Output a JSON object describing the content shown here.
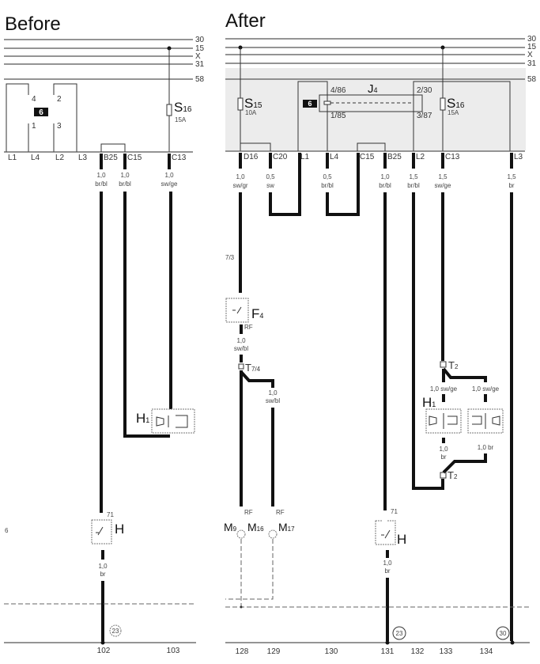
{
  "before": {
    "title": "Before",
    "bus_labels": [
      "30",
      "15",
      "X",
      "31",
      "58"
    ],
    "relay_pins": [
      "4",
      "2",
      "1",
      "3"
    ],
    "relay_badge": "6",
    "fuse": {
      "name": "S",
      "sub": "16",
      "rating": "15A"
    },
    "connectors": [
      "L1",
      "L4",
      "L2",
      "L3",
      "B25",
      "C15",
      "C13"
    ],
    "wires": [
      {
        "size": "1,0",
        "color": "br/bl"
      },
      {
        "size": "1,0",
        "color": "br/bl"
      },
      {
        "size": "1,0",
        "color": "sw/ge"
      }
    ],
    "horn": {
      "name": "H",
      "sub": "1"
    },
    "horn_button": {
      "name": "H",
      "pin": "71",
      "wire_size": "1,0",
      "wire_color": "br"
    },
    "margin_number": "6",
    "ground_ref": "23",
    "track_numbers": [
      "102",
      "103"
    ]
  },
  "after": {
    "title": "After",
    "bus_labels": [
      "30",
      "15",
      "X",
      "31",
      "58"
    ],
    "fuse1": {
      "name": "S",
      "sub": "15",
      "rating": "10A"
    },
    "fuse2": {
      "name": "S",
      "sub": "16",
      "rating": "15A"
    },
    "relay": {
      "name": "J",
      "sub": "4",
      "badge": "6",
      "pins": [
        "4/86",
        "1/85",
        "2/30",
        "3/87"
      ]
    },
    "connectors": [
      "D16",
      "C20",
      "L1",
      "L4",
      "C15",
      "B25",
      "L2",
      "C13",
      "L3"
    ],
    "wires": [
      {
        "size": "1,0",
        "color": "sw/gr"
      },
      {
        "size": "0,5",
        "color": "sw"
      },
      {
        "size": "0,5",
        "color": "br/bl"
      },
      {
        "size": "1,0",
        "color": "br/bl"
      },
      {
        "size": "1,5",
        "color": "br/bl"
      },
      {
        "size": "1,5",
        "color": "sw/ge"
      },
      {
        "size": "1,5",
        "color": "br"
      }
    ],
    "margin_ref": "7/3",
    "switch_f4": {
      "name": "F",
      "sub": "4",
      "pin": "RF",
      "wire_size": "1,0",
      "wire_color": "sw/bl"
    },
    "connector_t74": {
      "name": "T",
      "sub": "7/4",
      "wire_size": "1,0",
      "wire_color": "sw/bl"
    },
    "motors": [
      {
        "name": "M",
        "sub": "9",
        "pin": "RF"
      },
      {
        "name": "M",
        "sub": "16",
        "pin": "RF"
      },
      {
        "name": "M",
        "sub": "17",
        "pin": "RF"
      }
    ],
    "horn_t2": {
      "name": "T",
      "sub": "2"
    },
    "horn_h1": {
      "name": "H",
      "sub": "1",
      "wire_top": "1,0 sw/ge",
      "wire_top2": "1,0 sw/ge",
      "wire_bot_size": "1,0",
      "wire_bot_color": "br",
      "wire_bot2": "1,0 br"
    },
    "horn_button": {
      "name": "H",
      "pin": "71",
      "wire_size": "1,0",
      "wire_color": "br"
    },
    "ground_refs": [
      "23",
      "30"
    ],
    "track_numbers": [
      "128",
      "129",
      "130",
      "131",
      "132",
      "133",
      "134"
    ]
  }
}
